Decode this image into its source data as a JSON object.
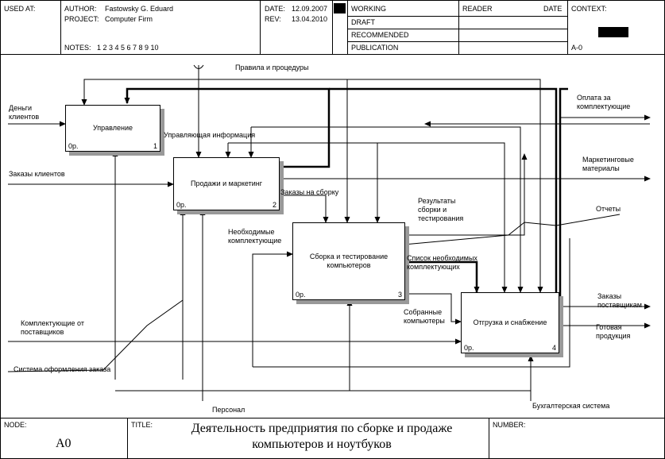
{
  "header": {
    "used_at_label": "USED AT:",
    "author_label": "AUTHOR:",
    "author": "Fastowsky G. Eduard",
    "project_label": "PROJECT:",
    "project": "Computer Firm",
    "notes_label": "NOTES:",
    "notes_numbers": "1  2  3  4  5  6  7  8  9  10",
    "date_label": "DATE:",
    "date": "12.09.2007",
    "rev_label": "REV:",
    "rev": "13.04.2010",
    "status": [
      "WORKING",
      "DRAFT",
      "RECOMMENDED",
      "PUBLICATION"
    ],
    "reader_label": "READER",
    "reader_date_label": "DATE",
    "context_label": "CONTEXT:",
    "context_node": "A-0"
  },
  "boxes": [
    {
      "name": "Управление",
      "cost": "0р.",
      "num": "1"
    },
    {
      "name": "Продажи и маркетинг",
      "cost": "0р.",
      "num": "2"
    },
    {
      "name": "Сборка и тестирование компьютеров",
      "cost": "0р.",
      "num": "3"
    },
    {
      "name": "Отгрузка и снабжение",
      "cost": "0р.",
      "num": "4"
    }
  ],
  "arrows": {
    "money": "Деньги клиентов",
    "rules": "Правила и процедуры",
    "payment": "Оплата за комплектующие",
    "mgmt_info": "Управляющая информация",
    "client_orders": "Заказы клиентов",
    "marketing": "Маркетинговые материалы",
    "assembly_orders": "Заказы на сборку",
    "results": "Результаты сборки и тестирования",
    "reports": "Отчеты",
    "needed_parts": "Необходимые комплектующие",
    "parts_list": "Список необходимых комплектующих",
    "assembled": "Собранные компьютеры",
    "supplier_orders": "Заказы поставщикам",
    "parts_from_suppliers": "Комплектующие от поставщиков",
    "finished": "Готовая продукция",
    "order_system": "Система оформления заказа",
    "staff": "Персонал",
    "accounting": "Бухгалтерская система"
  },
  "footer": {
    "node_label": "NODE:",
    "node": "A0",
    "title_label": "TITLE:",
    "title": "Деятельность предприятия  по сборке и продаже компьютеров и ноутбуков",
    "number_label": "NUMBER:"
  }
}
